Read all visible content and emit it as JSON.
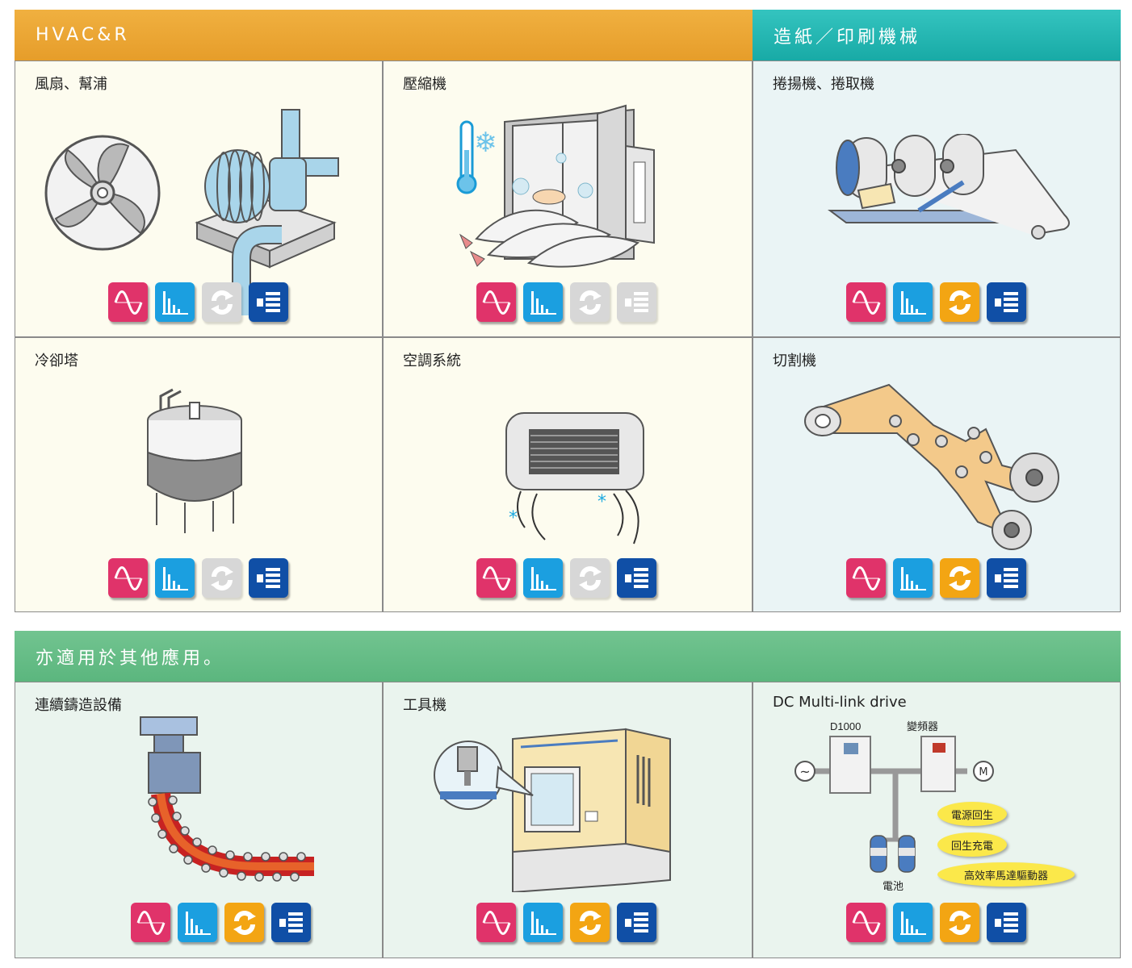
{
  "sections": {
    "hvac": {
      "title": "HVAC&R"
    },
    "paper": {
      "title": "造紙／印刷機械"
    },
    "other": {
      "title": "亦適用於其他應用。"
    }
  },
  "cells": {
    "fan_pump": {
      "title": "風扇、幫浦"
    },
    "compressor": {
      "title": "壓縮機"
    },
    "winder": {
      "title": "捲揚機、捲取機"
    },
    "cooling_tower": {
      "title": "冷卻塔"
    },
    "air_conditioning": {
      "title": "空調系統"
    },
    "cutter": {
      "title": "切割機"
    },
    "casting": {
      "title": "連續鑄造設備"
    },
    "machine_tool": {
      "title": "工具機"
    },
    "dc_link": {
      "title": "DC Multi-link drive",
      "label_d1000": "D1000",
      "label_inverter": "變頻器",
      "label_battery": "電池",
      "label_ac": "~",
      "label_motor": "M",
      "bubble_regen": "電源回生",
      "bubble_charge": "回生充電",
      "bubble_efficiency": "高效率馬達驅動器"
    }
  },
  "feature_icons": {
    "wave": "sine-wave-icon",
    "bar": "harmonic-bar-icon",
    "cycle": "regeneration-cycle-icon",
    "list": "network-list-icon"
  },
  "colors": {
    "hvac_header": "#e69d2a",
    "paper_header": "#18aaa6",
    "other_header": "#5bb67e",
    "wave_icon": "#e0336a",
    "bar_icon": "#1b9fe0",
    "cycle_icon": "#f3a513",
    "list_icon": "#104fa6",
    "disabled_icon": "#d7d7d7"
  }
}
